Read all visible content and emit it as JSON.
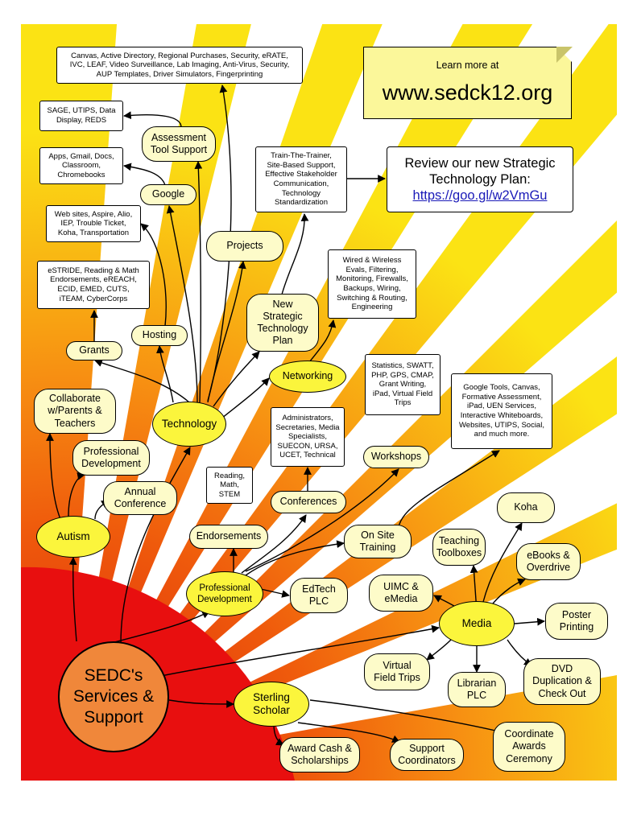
{
  "colors": {
    "ray_outer": "#fbe314",
    "ray_inner": "#e4400b",
    "sun": "#e80f0f",
    "root_fill": "#f0873a",
    "ellipse_fill": "#fbf53c",
    "pill_fill": "#fdfbc9",
    "note_fill": "#fbf79a",
    "link": "#1a1ab8"
  },
  "nodes": {
    "root": "SEDC's\nServices &\nSupport",
    "technology": "Technology",
    "autism": "Autism",
    "pd": "Professional\nDevelopment",
    "media": "Media",
    "sterling": "Sterling\nScholar",
    "networking": "Networking",
    "grants": "Grants",
    "hosting": "Hosting",
    "google": "Google",
    "assessment": "Assessment\nTool Support",
    "projects": "Projects",
    "newplan": "New\nStrategic\nTechnology\nPlan",
    "collab": "Collaborate\nw/Parents &\nTeachers",
    "profdev2": "Professional\nDevelopment",
    "annual": "Annual\nConference",
    "endorsements": "Endorsements",
    "conferences": "Conferences",
    "workshops": "Workshops",
    "onsite": "On Site\nTraining",
    "edtech": "EdTech\nPLC",
    "koha": "Koha",
    "toolboxes": "Teaching\nToolboxes",
    "uimc": "UIMC &\neMedia",
    "ebooks": "eBooks &\nOverdrive",
    "poster": "Poster\nPrinting",
    "dvd": "DVD\nDuplication &\nCheck Out",
    "librarian": "Librarian\nPLC",
    "vft": "Virtual\nField Trips",
    "award": "Award Cash &\nScholarships",
    "support": "Support\nCoordinators",
    "coord": "Coordinate\nAwards\nCeremony",
    "box_projects": "Canvas, Active Directory, Regional Purchases, Security, eRATE,\nIVC, LEAF, Video Surveillance, Lab Imaging, Anti-Virus, Security,\nAUP Templates, Driver Simulators,  Fingerprinting",
    "box_sage": "SAGE, UTIPS, Data\nDisplay, REDS",
    "box_apps": "Apps, Gmail, Docs,\nClassroom,\nChromebooks",
    "box_web": "Web sites, Aspire, Alio,\nIEP, Trouble Ticket,\nKoha, Transportation",
    "box_estride": "eSTRIDE, Reading & Math\nEndorsements, eREACH,\nECID, EMED, CUTS,\niTEAM, CyberCorps",
    "box_train": "Train-The-Trainer,\nSite-Based Support,\nEffective Stakeholder\nCommunication,\nTechnology\nStandardization",
    "box_wired": "Wired & Wireless\nEvals, Filtering,\nMonitoring, Firewalls,\nBackups, Wiring,\nSwitching & Routing,\nEngineering",
    "box_stats": "Statistics, SWATT,\nPHP, GPS, CMAP,\nGrant Writing,\niPad, Virtual Field\nTrips",
    "box_google": "Google Tools, Canvas,\nFormative Assessment,\niPad, UEN Services,\nInteractive Whiteboards,\nWebsites, UTIPS, Social,\nand much more.",
    "box_admin": "Administrators,\nSecretaries, Media\nSpecialists,\nSUECON, URSA,\nUCET, Technical",
    "box_reading": "Reading,\nMath,\nSTEM"
  },
  "note": {
    "learn_more": "Learn more at",
    "url": "www.sedck12.org"
  },
  "review": {
    "title": "Review our new Strategic\nTechnology Plan:",
    "link": "https://goo.gl/w2VmGu"
  }
}
